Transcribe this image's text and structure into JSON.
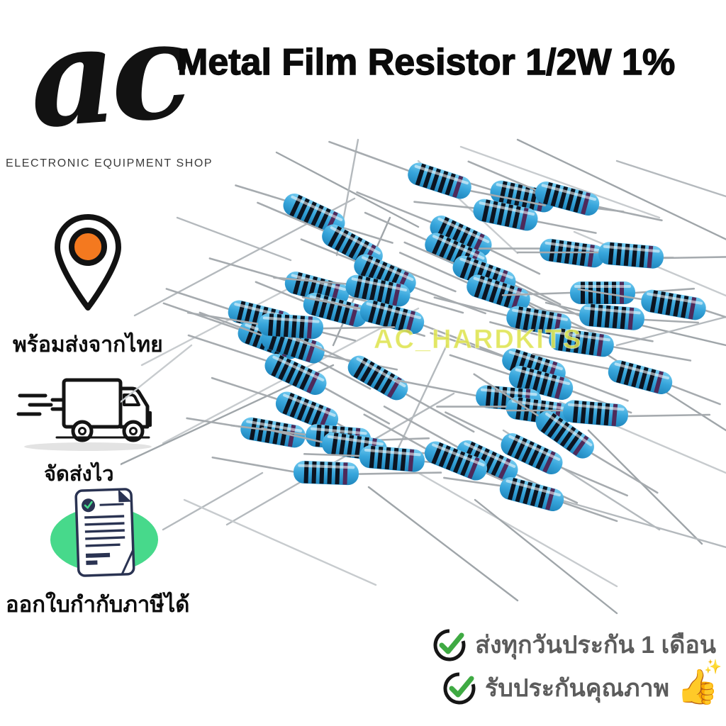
{
  "shop": {
    "logo": "ac",
    "subtitle": "ELECTRONIC EQUIPMENT SHOP"
  },
  "product": {
    "title": "Metal Film Resistor 1/2W 1%"
  },
  "watermark": {
    "text": "AC_HARDKITS",
    "color": "#dfe44f"
  },
  "features": [
    {
      "icon": "location-pin-icon",
      "label": "พร้อมส่งจากไทย"
    },
    {
      "icon": "delivery-truck-icon",
      "label": "จัดส่งไว"
    },
    {
      "icon": "tax-invoice-icon",
      "label": "ออกใบกำกับภาษีได้"
    }
  ],
  "guarantees": [
    {
      "icon": "check-circle-icon",
      "label": "ส่งทุกวันประกัน 1 เดือน"
    },
    {
      "icon": "check-circle-icon",
      "label": "รับประกันคุณภาพ",
      "emoji": "👍",
      "sparkle": "✨"
    }
  ],
  "colors": {
    "accent_orange": "#f4791f",
    "check_green": "#3faa43",
    "doc_green": "#47d98b",
    "doc_navy": "#2a3352",
    "resistor_body": "#38a6dc",
    "resistor_band": "#0c1420",
    "resistor_band_accent": "#4e2a5a",
    "lead_grey": "#a6abaf",
    "text_grey": "#5c5c5c"
  },
  "photo": {
    "resistors": [
      [
        273,
        117,
        25
      ],
      [
        327,
        162,
        28
      ],
      [
        373,
        202,
        24
      ],
      [
        277,
        222,
        15
      ],
      [
        197,
        262,
        14
      ],
      [
        303,
        252,
        15
      ],
      [
        363,
        225,
        12
      ],
      [
        383,
        262,
        15
      ],
      [
        210,
        295,
        20
      ],
      [
        243,
        302,
        18
      ],
      [
        567,
        92,
        12
      ],
      [
        630,
        95,
        15
      ],
      [
        543,
        118,
        12
      ],
      [
        480,
        148,
        25
      ],
      [
        473,
        172,
        24
      ],
      [
        513,
        202,
        20
      ],
      [
        533,
        228,
        18
      ],
      [
        637,
        172,
        8
      ],
      [
        720,
        175,
        5
      ],
      [
        680,
        228,
        0
      ],
      [
        693,
        262,
        5
      ],
      [
        590,
        268,
        10
      ],
      [
        650,
        298,
        8
      ],
      [
        247,
        343,
        25
      ],
      [
        263,
        395,
        22
      ],
      [
        215,
        425,
        10
      ],
      [
        307,
        432,
        5
      ],
      [
        330,
        445,
        8
      ],
      [
        290,
        482,
        2
      ],
      [
        363,
        348,
        30
      ],
      [
        383,
        462,
        5
      ],
      [
        583,
        332,
        18
      ],
      [
        593,
        355,
        15
      ],
      [
        547,
        377,
        5
      ],
      [
        590,
        395,
        8
      ],
      [
        670,
        398,
        5
      ],
      [
        627,
        428,
        35
      ],
      [
        580,
        455,
        25
      ],
      [
        517,
        465,
        25
      ],
      [
        473,
        465,
        22
      ],
      [
        580,
        512,
        15
      ],
      [
        733,
        347,
        15
      ],
      [
        780,
        245,
        10
      ],
      [
        450,
        70,
        18
      ],
      [
        240,
        275,
        4
      ]
    ],
    "wires": [
      [
        20,
        260,
        330,
        95
      ],
      [
        60,
        440,
        420,
        250
      ],
      [
        0,
        470,
        300,
        330
      ],
      [
        150,
        555,
        470,
        370
      ],
      [
        30,
        330,
        260,
        210
      ],
      [
        220,
        30,
        420,
        135
      ],
      [
        335,
        12,
        305,
        175
      ],
      [
        480,
        22,
        760,
        122
      ],
      [
        560,
        12,
        880,
        165
      ],
      [
        700,
        42,
        854,
        92
      ],
      [
        640,
        142,
        854,
        232
      ],
      [
        600,
        242,
        854,
        302
      ],
      [
        700,
        302,
        854,
        262
      ],
      [
        620,
        382,
        854,
        482
      ],
      [
        660,
        422,
        820,
        582
      ],
      [
        540,
        422,
        760,
        562
      ],
      [
        420,
        482,
        700,
        642
      ],
      [
        350,
        502,
        560,
        662
      ],
      [
        200,
        482,
        60,
        562
      ],
      [
        420,
        42,
        560,
        172
      ],
      [
        380,
        122,
        300,
        302
      ],
      [
        460,
        302,
        380,
        472
      ],
      [
        100,
        302,
        0,
        382
      ],
      [
        540,
        222,
        854,
        422
      ],
      [
        240,
        182,
        80,
        122
      ],
      [
        90,
        520,
        360,
        640
      ],
      [
        500,
        520,
        700,
        680
      ],
      [
        620,
        520,
        900,
        600
      ]
    ]
  }
}
